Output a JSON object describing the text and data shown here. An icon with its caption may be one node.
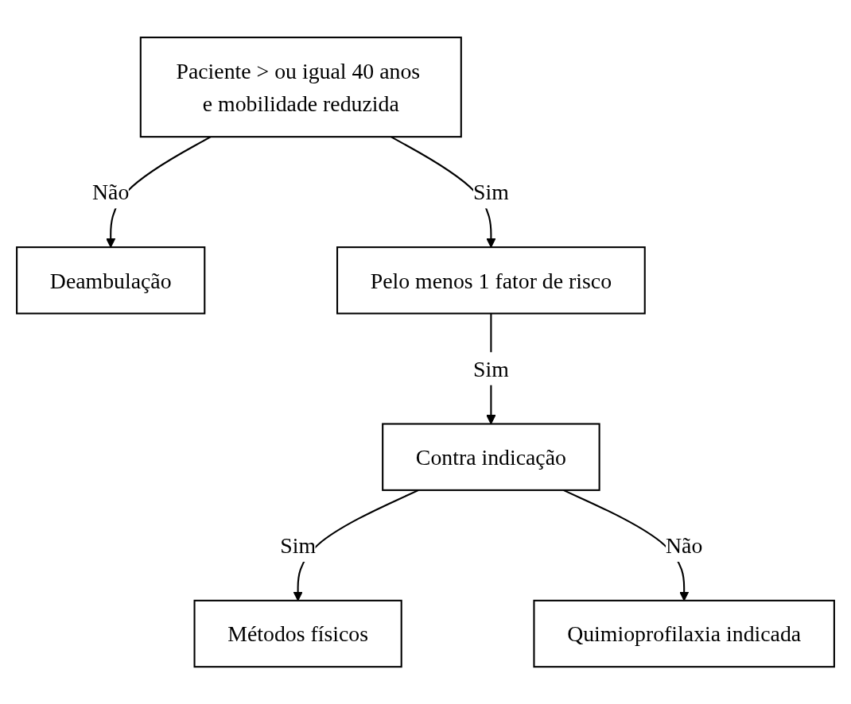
{
  "diagram": {
    "nodes": [
      {
        "text": [
          "Paciente > ou igual 40 anos e mobilidade reduzida"
        ]
      },
      {
        "text": [
          "Deambulação"
        ]
      },
      {
        "text": [
          "Pelo menos 1 fator de risco"
        ]
      },
      {
        "text": [
          "Contra indicação"
        ]
      },
      {
        "text": [
          "Métodos físicos"
        ]
      },
      {
        "text": [
          "Quimioprofilaxia indicada"
        ]
      }
    ],
    "edges": [
      {
        "from": 0,
        "to": 1,
        "arrow": "to",
        "label": "Não"
      },
      {
        "from": 0,
        "to": 2,
        "arrow": "to",
        "label": "Sim"
      },
      {
        "from": 2,
        "to": 3,
        "arrow": "to",
        "label": "Sim"
      },
      {
        "from": 3,
        "to": 4,
        "arrow": "to",
        "label": "Sim"
      },
      {
        "from": 3,
        "to": 5,
        "arrow": "to",
        "label": "Não"
      }
    ]
  }
}
